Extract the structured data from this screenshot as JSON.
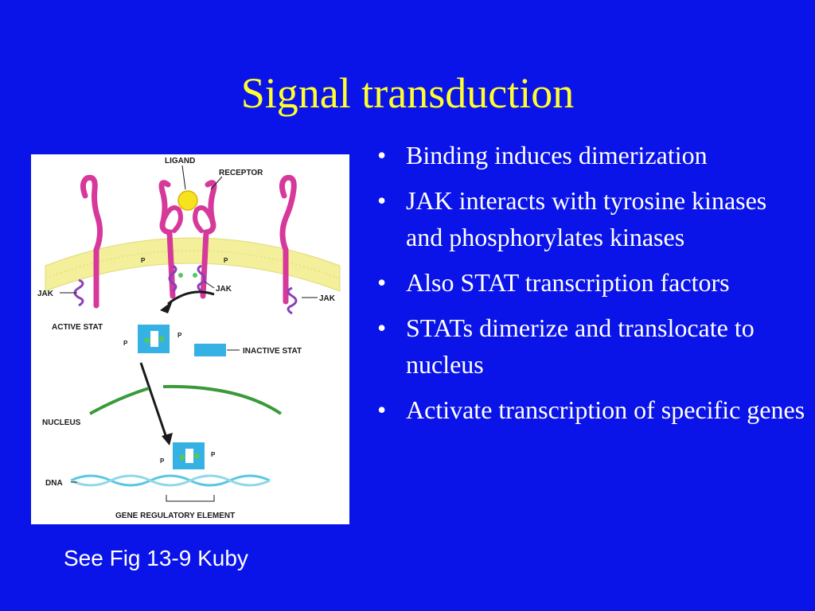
{
  "slide": {
    "title": "Signal transduction",
    "caption": "See Fig 13-9 Kuby",
    "bullets": [
      "Binding induces dimerization",
      "JAK interacts with tyrosine kinases and phosphorylates kinases",
      "Also STAT transcription factors",
      "STATs dimerize and translocate to nucleus",
      "Activate transcription of specific genes"
    ]
  },
  "figure": {
    "labels": {
      "ligand": "LIGAND",
      "receptor": "RECEPTOR",
      "jak": "JAK",
      "active_stat": "ACTIVE STAT",
      "inactive_stat": "INACTIVE STAT",
      "nucleus": "NUCLEUS",
      "dna": "DNA",
      "gene_regulatory_element": "GENE REGULATORY ELEMENT",
      "phosphate": "P"
    }
  },
  "colors": {
    "background": "#0b14e8",
    "title": "#ffff2e",
    "text": "#ffffff",
    "receptor": "#d6399a",
    "membrane": "#f3ef9a",
    "ligand": "#f7e21e",
    "stat": "#35b2e3",
    "nucleus": "#3a9a3a",
    "dna": "#59c7e0",
    "jak": "#8a3fb8"
  }
}
